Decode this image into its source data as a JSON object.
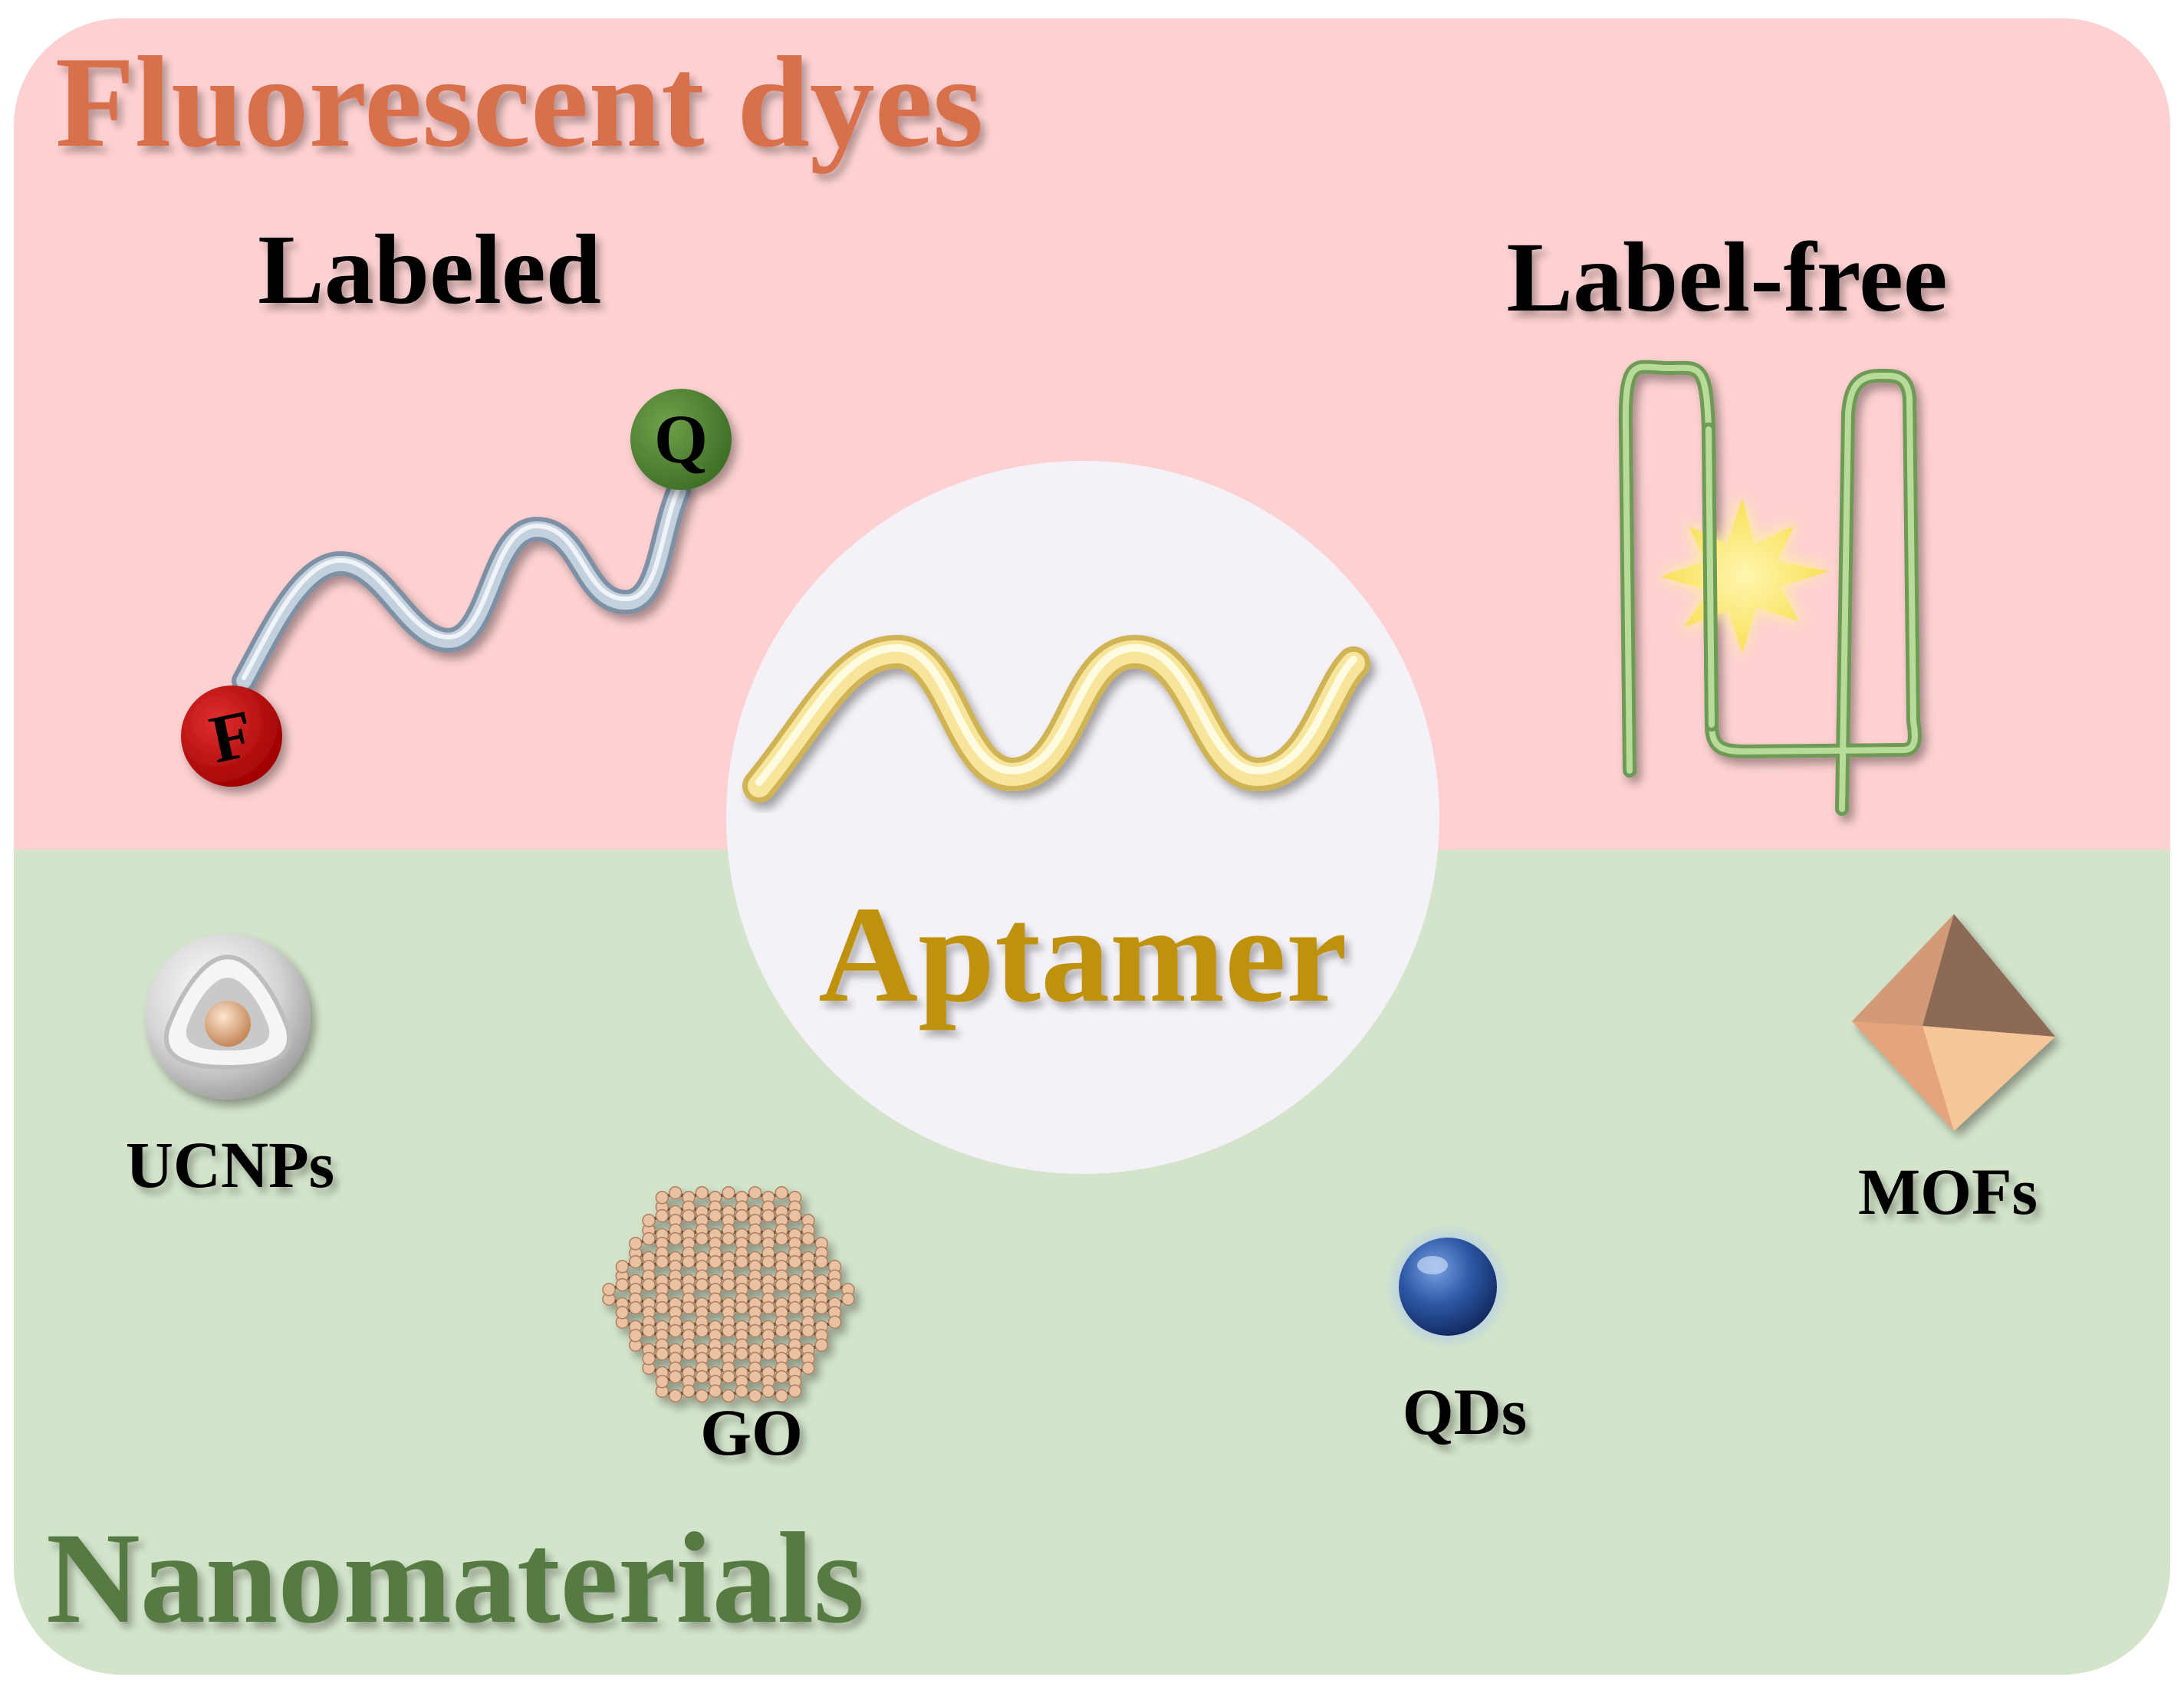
{
  "sections": {
    "top_title": "Fluorescent dyes",
    "bottom_title": "Nanomaterials"
  },
  "center": {
    "label": "Aptamer"
  },
  "labeled": {
    "label": "Labeled",
    "fluorophore": "F",
    "quencher": "Q"
  },
  "label_free": {
    "label": "Label-free"
  },
  "nanomaterials": {
    "ucnps": "UCNPs",
    "go": "GO",
    "qds": "QDs",
    "mofs": "MOFs"
  },
  "colors": {
    "top_bg": "#fdd0d1",
    "bottom_bg": "#d3e4ca",
    "top_title": "#d8714b",
    "bottom_title": "#557a43",
    "aptamer_text": "#bf920b",
    "circle": "#f4f2f8"
  }
}
